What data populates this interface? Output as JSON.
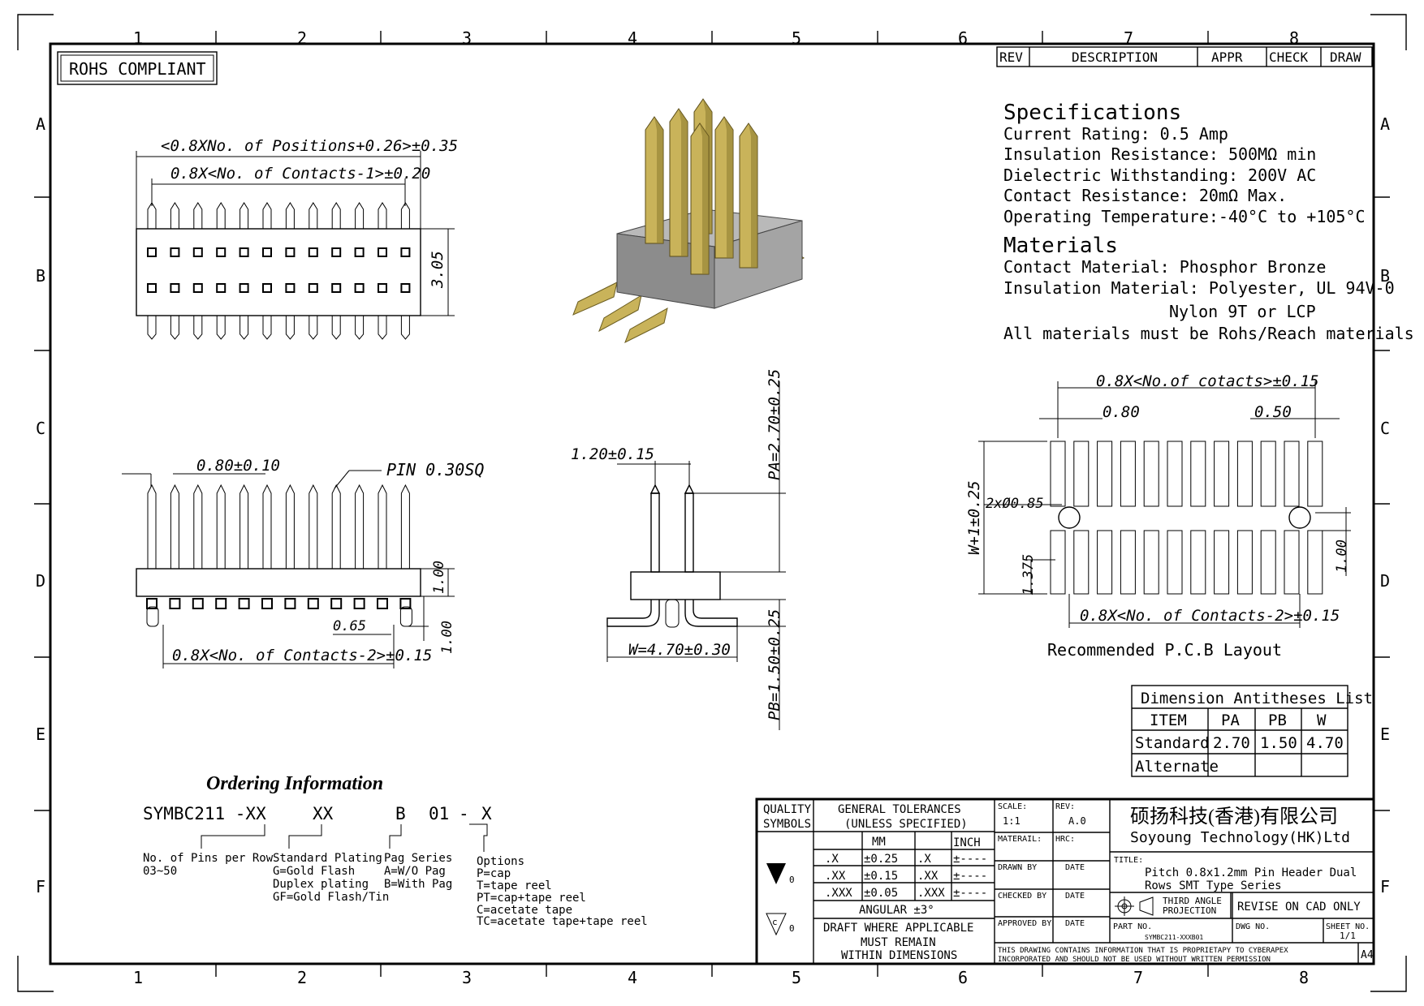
{
  "frame": {
    "columns": [
      "1",
      "2",
      "3",
      "4",
      "5",
      "6",
      "7",
      "8"
    ],
    "rows": [
      "A",
      "B",
      "C",
      "D",
      "E",
      "F"
    ]
  },
  "rohs_label": "ROHS COMPLIANT",
  "revision_table": {
    "headers": [
      "REV",
      "DESCRIPTION",
      "APPR",
      "CHECK",
      "DRAW"
    ]
  },
  "specs": {
    "title": "Specifications",
    "lines": [
      "Current Rating: 0.5 Amp",
      "Insulation Resistance: 500MΩ min",
      "Dielectric Withstanding: 200V AC",
      "Contact Resistance: 20mΩ Max.",
      "Operating Temperature:-40°C to +105°C"
    ]
  },
  "materials": {
    "title": "Materials",
    "lines": [
      "Contact Material: Phosphor Bronze",
      "Insulation Material: Polyester, UL 94V-0",
      "Nylon 9T or LCP",
      "All materials must be Rohs/Reach materials"
    ]
  },
  "top_view": {
    "dim_overall": "<0.8XNo. of Positions+0.26>±0.35",
    "dim_contacts": "0.8X<No. of Contacts-1>±0.20",
    "dim_height": "3.05"
  },
  "front_view": {
    "dim_pitch": "0.80±0.10",
    "pin_label": "PIN 0.30SQ",
    "dim_base": "1.00",
    "dim_foot": "0.65",
    "dim_bottom": "1.00",
    "dim_span": "0.8X<No. of Contacts-2>±0.15"
  },
  "side_view": {
    "dim_pin_gap": "1.20±0.15",
    "dim_pa": "PA=2.70±0.25",
    "dim_pb": "PB=1.50±0.25",
    "dim_w": "W=4.70±0.30"
  },
  "pcb_layout": {
    "dim_total": "0.8X<No.of cotacts>±0.15",
    "dim_pitch": "0.80",
    "dim_pad": "0.50",
    "dim_holes": "2xØ0.85",
    "dim_w": "W+1±0.25",
    "dim_1375": "1.375",
    "dim_100": "1.00",
    "dim_span": "0.8X<No. of Contacts-2>±0.15",
    "caption": "Recommended P.C.B Layout"
  },
  "dimension_table": {
    "title": "Dimension Antitheses List",
    "headers": [
      "ITEM",
      "PA",
      "PB",
      "W"
    ],
    "rows": [
      [
        "Standard",
        "2.70",
        "1.50",
        "4.70"
      ],
      [
        "Alternate",
        "",
        "",
        ""
      ]
    ]
  },
  "ordering": {
    "title": "Ordering Information",
    "code": [
      "SYMBC211 -XX",
      "XX",
      "B",
      "01",
      "-",
      "X"
    ],
    "pins_label": [
      "No. of Pins per Row",
      "03~50"
    ],
    "plating_label": [
      "Standard Plating",
      "G=Gold Flash",
      "Duplex plating",
      "GF=Gold Flash/Tin"
    ],
    "pag_label": [
      "Pag Series",
      "A=W/O Pag",
      "B=With Pag"
    ],
    "options_label": [
      "Options",
      "P=cap",
      "T=tape reel",
      "PT=cap+tape reel",
      "C=acetate tape",
      "TC=acetate tape+tape reel"
    ]
  },
  "title_block": {
    "quality": [
      "QUALITY",
      "SYMBOLS"
    ],
    "tolerances_title": [
      "GENERAL TOLERANCES",
      "(UNLESS SPECIFIED)"
    ],
    "tol_headers": [
      "MM",
      "INCH"
    ],
    "tol_rows": [
      [
        ".X",
        "±0.25",
        ".X",
        "±----"
      ],
      [
        ".XX",
        "±0.15",
        ".XX",
        "±----"
      ],
      [
        ".XXX",
        "±0.05",
        ".XXX",
        "±----"
      ]
    ],
    "angular": "ANGULAR ±3°",
    "draft_note": [
      "DRAFT WHERE APPLICABLE",
      "MUST REMAIN",
      "WITHIN DIMENSIONS"
    ],
    "sym1": "0",
    "sym2": "0",
    "scale_label": "SCALE:",
    "scale": "1:1",
    "rev_label": "REV:",
    "rev": "A.0",
    "material_label": "MATERAIL:",
    "hrc_label": "HRC:",
    "drawn_by": "DRAWN BY",
    "checked_by": "CHECKED BY",
    "approved_by": "APPROVED BY",
    "date": "DATE",
    "company_cn": "硕扬科技(香港)有限公司",
    "company_en": "Soyoung Technology(HK)Ltd",
    "title_label": "TITLE:",
    "title_lines": [
      "Pitch 0.8x1.2mm Pin Header Dual",
      "Rows SMT Type Series"
    ],
    "projection": [
      "THIRD ANGLE",
      "PROJECTION"
    ],
    "revise": "REVISE ON CAD ONLY",
    "part_no_label": "PART NO.",
    "part_no": "SYMBC211-XXXB01",
    "dwg_no_label": "DWG NO.",
    "sheet_label": "SHEET NO.",
    "sheet": "1/1",
    "footer": [
      "THIS DRAWING CONTAINS INFORMATION THAT IS PROPRIETAPY TO CYBERAPEX",
      "INCORPORATED AND SHOULD NOT BE USED WITHOUT WRITTEN PERMISSION"
    ],
    "paper": "A4"
  },
  "colors": {
    "pin_gold": "#c9b35a",
    "pin_dark": "#8a7a30",
    "housing": "#8c8c8c",
    "housing_top": "#b9b9b9"
  }
}
